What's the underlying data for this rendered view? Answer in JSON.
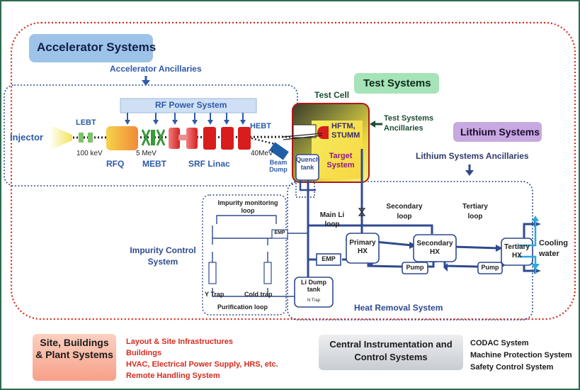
{
  "colors": {
    "frame": "#2e6b4e",
    "system_outline": "#d62b1e",
    "dotted_blue": "#2e4a8c",
    "pipe": "#2f4a8f",
    "title_blue": "#1f3a93",
    "ancillary_blue": "#2e5aa8",
    "red_text": "#d62b1e",
    "purple_text": "#4b1e6e",
    "dark_green": "#1d4d33",
    "accelerator_box": "#9ec3e8",
    "test_box": "#a6e3b8",
    "lithium_box": "#c8a8e0",
    "site_box": "#f7b39e",
    "central_box": "#d5d9dd",
    "rf_box": "#cfe0f5"
  },
  "accelerator": {
    "title": "Accelerator Systems",
    "ancillaries": "Accelerator Ancillaries",
    "rf_power": "RF Power System",
    "injector": "Injector",
    "lebt": "LEBT",
    "energy_100kev": "100 keV",
    "rfq": "RFQ",
    "energy_5mev": "5 MeV",
    "mebt": "MEBT",
    "srf_linac": "SRF Linac",
    "hebt": "HEBT",
    "energy_40mev": "40MeV",
    "beam_dump": "Beam Dump"
  },
  "test": {
    "title": "Test Systems",
    "test_cell": "Test Cell",
    "hftm": "HFTM, STUMM",
    "target": "Target System",
    "quench": "Quench tank",
    "ancillaries": "Test Systems Ancillaries"
  },
  "lithium": {
    "title": "Lithium Systems",
    "ancillaries": "Lithium Systems Ancillaries",
    "impurity_monitoring": "Impurity monitoring loop",
    "emp_small": "EMP",
    "emp": "EMP",
    "main_li_loop": "Main Li loop",
    "impurity_control": "Impurity Control System",
    "y_trap": "Y Trap",
    "cold_trap": "Cold trap",
    "purification_loop": "Purification loop",
    "li_dump": "Li Dump tank",
    "n_trap": "N Trap",
    "secondary_loop": "Secondary loop",
    "tertiary_loop": "Tertiary loop",
    "primary_hx": "Primary HX",
    "secondary_hx": "Secondary HX",
    "tertiary_hx": "Tertiary HX",
    "pump1": "Pump",
    "pump2": "Pump",
    "cooling_water": "Cooling water",
    "heat_removal": "Heat Removal System"
  },
  "site": {
    "title": "Site, Buildings & Plant Systems",
    "items": [
      "Layout & Site Infrastructures",
      "Buildings",
      "HVAC, Electrical Power Supply, HRS, etc.",
      "Remote Handling System"
    ]
  },
  "central": {
    "title": "Central Instrumentation and Control Systems",
    "items": [
      "CODAC System",
      "Machine Protection System",
      "Safety Control System"
    ]
  }
}
